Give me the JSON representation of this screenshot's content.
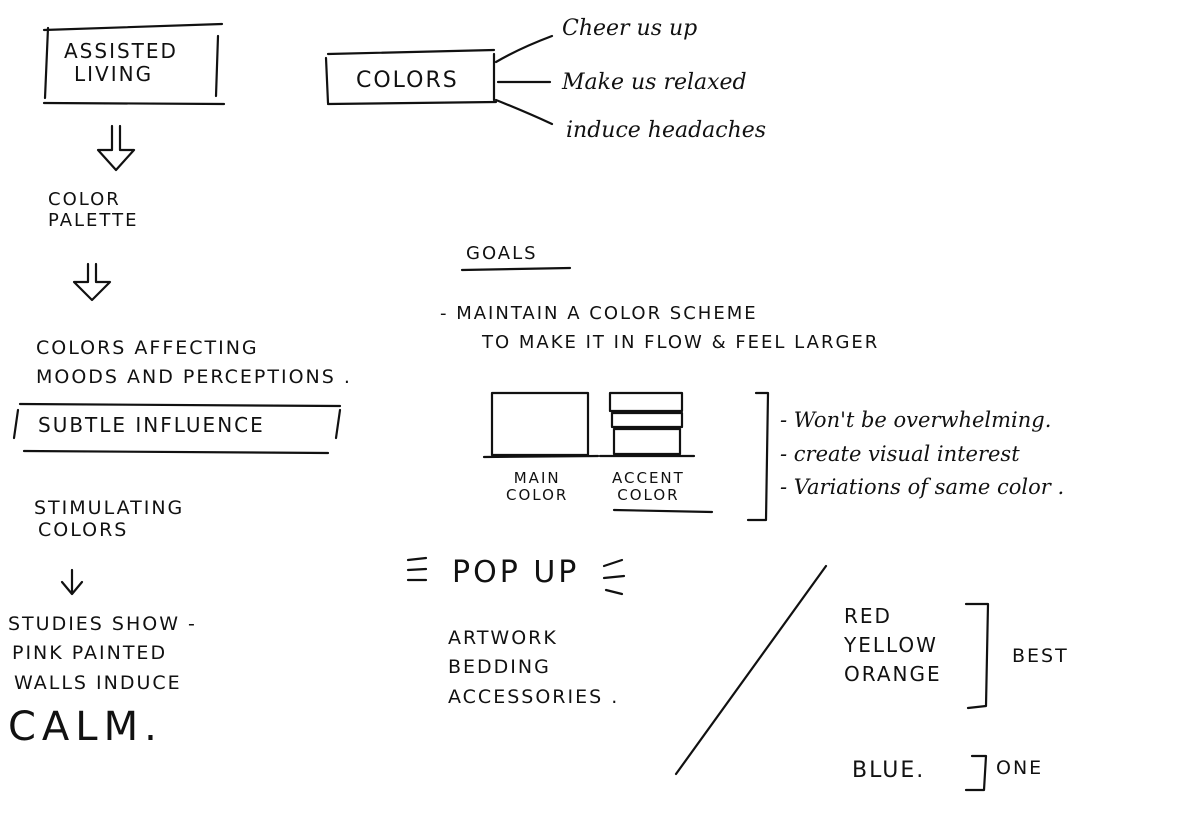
{
  "left_column": {
    "title_box": [
      "ASSISTED",
      "LIVING"
    ],
    "step_color_palette": [
      "COLOR",
      "PALETTE"
    ],
    "step_moods": [
      "COLORS AFFECTING",
      "MOODS AND PERCEPTIONS ."
    ],
    "subtle_influence": "SUBTLE INFLUENCE",
    "stimulating": [
      "STIMULATING",
      "COLORS"
    ],
    "studies": [
      "STUDIES SHOW -",
      "PINK PAINTED",
      "WALLS INDUCE"
    ],
    "calm": "CALM."
  },
  "colors_map": {
    "center": "COLORS",
    "branches": [
      "Cheer us up",
      "Make us relaxed",
      "induce headaches"
    ]
  },
  "goals": {
    "heading": "GOALS",
    "item": [
      "- MAINTAIN A COLOR SCHEME",
      "TO MAKE IT IN FLOW & FEEL LARGER"
    ],
    "main_label": [
      "MAIN",
      "COLOR"
    ],
    "accent_label": [
      "ACCENT",
      "COLOR"
    ],
    "notes": [
      "- Won't be overwhelming.",
      "- create visual interest",
      "- Variations of same color ."
    ]
  },
  "pop_up": {
    "heading": "POP UP",
    "items": [
      "ARTWORK",
      "BEDDING",
      "ACCESSORIES ."
    ]
  },
  "color_picks": {
    "warm": [
      "RED",
      "YELLOW",
      "ORANGE"
    ],
    "warm_label": "BEST",
    "cool": "BLUE.",
    "cool_label": "ONE"
  }
}
